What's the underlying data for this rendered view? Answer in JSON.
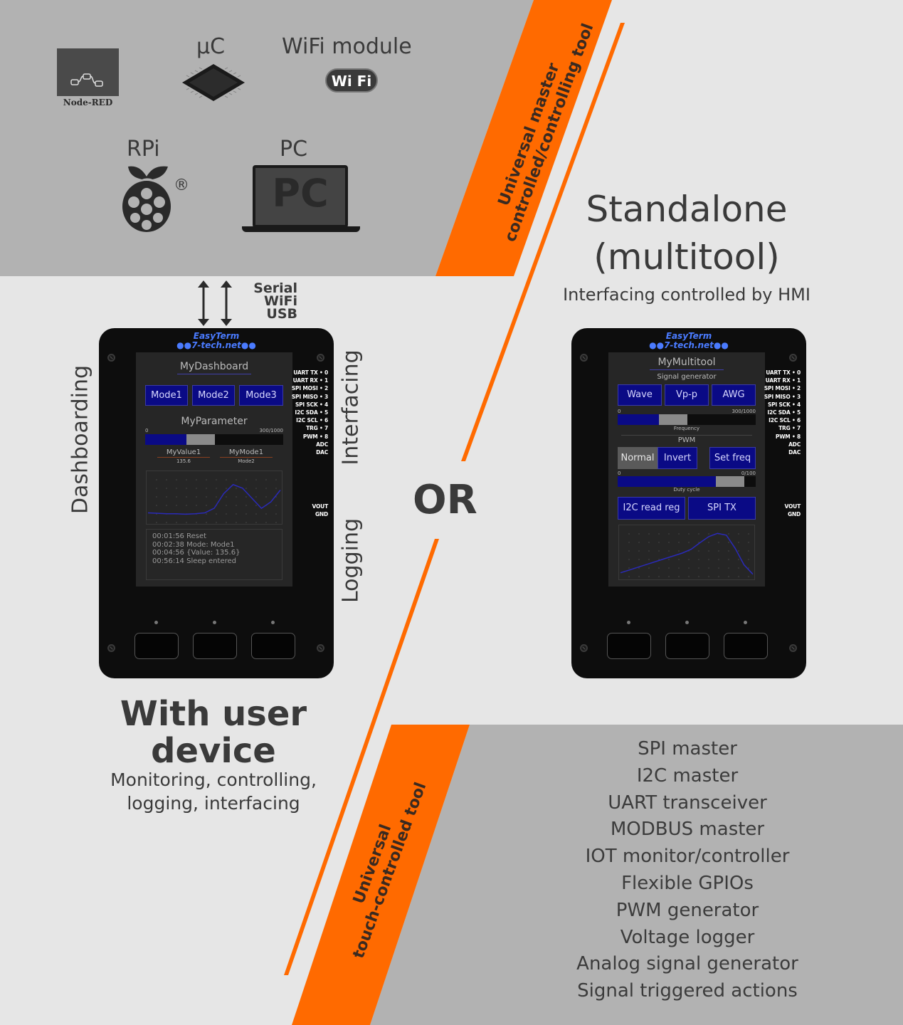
{
  "colors": {
    "orange": "#ff6a00",
    "gray_panel": "#b2b2b2",
    "background": "#e6e6e6",
    "screen_blue": "#0a0a85",
    "brand_blue": "#4a7bff"
  },
  "top_panel": {
    "nodered_label": "Node-RED",
    "uc_label": "µC",
    "wifi_label": "WiFi module",
    "wifi_logo_text": "Wi Fi",
    "rpi_label": "RPi",
    "registered_mark": "®",
    "pc_label": "PC",
    "pc_screen_text": "PC"
  },
  "banner_top": {
    "line1": "Universal master",
    "line2": "controlled/controlling tool"
  },
  "banner_bottom": {
    "line1": "Universal",
    "line2": "touch-controlled tool"
  },
  "connection": {
    "lines": [
      "Serial",
      "WiFi",
      "USB"
    ]
  },
  "left_side": {
    "dashboarding": "Dashboarding",
    "interfacing": "Interfacing",
    "logging": "Logging"
  },
  "left_device": {
    "brand_line1": "EasyTerm",
    "brand_line2": "7-tech.net",
    "title": "MyDashboard",
    "modes": [
      "Mode1",
      "Mode2",
      "Mode3"
    ],
    "param_title": "MyParameter",
    "slider": {
      "min": "0",
      "max": "300/1000",
      "value_fraction": 0.3
    },
    "value1_label": "MyValue1",
    "value1": "135.6",
    "mode_label": "MyMode1",
    "mode_value": "Mode2",
    "chart_data": {
      "type": "line",
      "title": "",
      "xlabel": "",
      "ylabel": "",
      "values": [
        0.18,
        0.17,
        0.16,
        0.16,
        0.15,
        0.16,
        0.18,
        0.28,
        0.6,
        0.8,
        0.72,
        0.5,
        0.28,
        0.42,
        0.68
      ]
    },
    "log": [
      "00:01:56 Reset",
      "00:02:38 Mode: Mode1",
      "00:04:56 {Value: 135.6}",
      "00:56:14 Sleep entered"
    ],
    "pins": [
      "UART TX • 0",
      "UART RX • 1",
      "SPI MOSI • 2",
      "SPI MISO • 3",
      "SPI SCK • 4",
      "I2C SDA • 5",
      "I2C SCL • 6",
      "TRG • 7",
      "PWM • 8",
      "ADC",
      "DAC"
    ],
    "power_pins": [
      "VOUT",
      "GND"
    ]
  },
  "or_label": "OR",
  "standalone": {
    "title1": "Standalone",
    "title2": "(multitool)",
    "subtitle": "Interfacing controlled by HMI"
  },
  "right_device": {
    "brand_line1": "EasyTerm",
    "brand_line2": "7-tech.net",
    "title": "MyMultitool",
    "section1": "Signal generator",
    "sg_buttons": [
      "Wave",
      "Vp-p",
      "AWG"
    ],
    "freq_slider": {
      "min": "0",
      "max": "300/1000",
      "label": "Frequency",
      "value_fraction": 0.3
    },
    "section2": "PWM",
    "pwm_buttons": [
      "Normal",
      "Invert",
      "Set freq"
    ],
    "duty_slider": {
      "min": "0",
      "max": "0/100",
      "label": "Duty cycle",
      "value_fraction": 0.71
    },
    "bus_buttons": [
      "I2C read reg",
      "SPI TX"
    ],
    "chart_data": {
      "type": "line",
      "title": "",
      "xlabel": "",
      "ylabel": "",
      "values": [
        0.08,
        0.14,
        0.2,
        0.26,
        0.32,
        0.38,
        0.44,
        0.5,
        0.58,
        0.72,
        0.85,
        0.92,
        0.88,
        0.6,
        0.25,
        0.05
      ]
    },
    "pins": [
      "UART TX • 0",
      "UART RX • 1",
      "SPI MOSI • 2",
      "SPI MISO • 3",
      "SPI SCK • 4",
      "I2C SDA • 5",
      "I2C SCL • 6",
      "TRG • 7",
      "PWM • 8",
      "ADC",
      "DAC"
    ],
    "power_pins": [
      "VOUT",
      "GND"
    ]
  },
  "user_device": {
    "title1": "With user",
    "title2": "device",
    "subtitle1": "Monitoring, controlling,",
    "subtitle2": "logging, interfacing"
  },
  "capabilities": [
    "SPI master",
    "I2C master",
    "UART transceiver",
    "MODBUS master",
    "IOT monitor/controller",
    "Flexible GPIOs",
    "PWM generator",
    "Voltage logger",
    "Analog signal generator",
    "Signal triggered actions"
  ]
}
